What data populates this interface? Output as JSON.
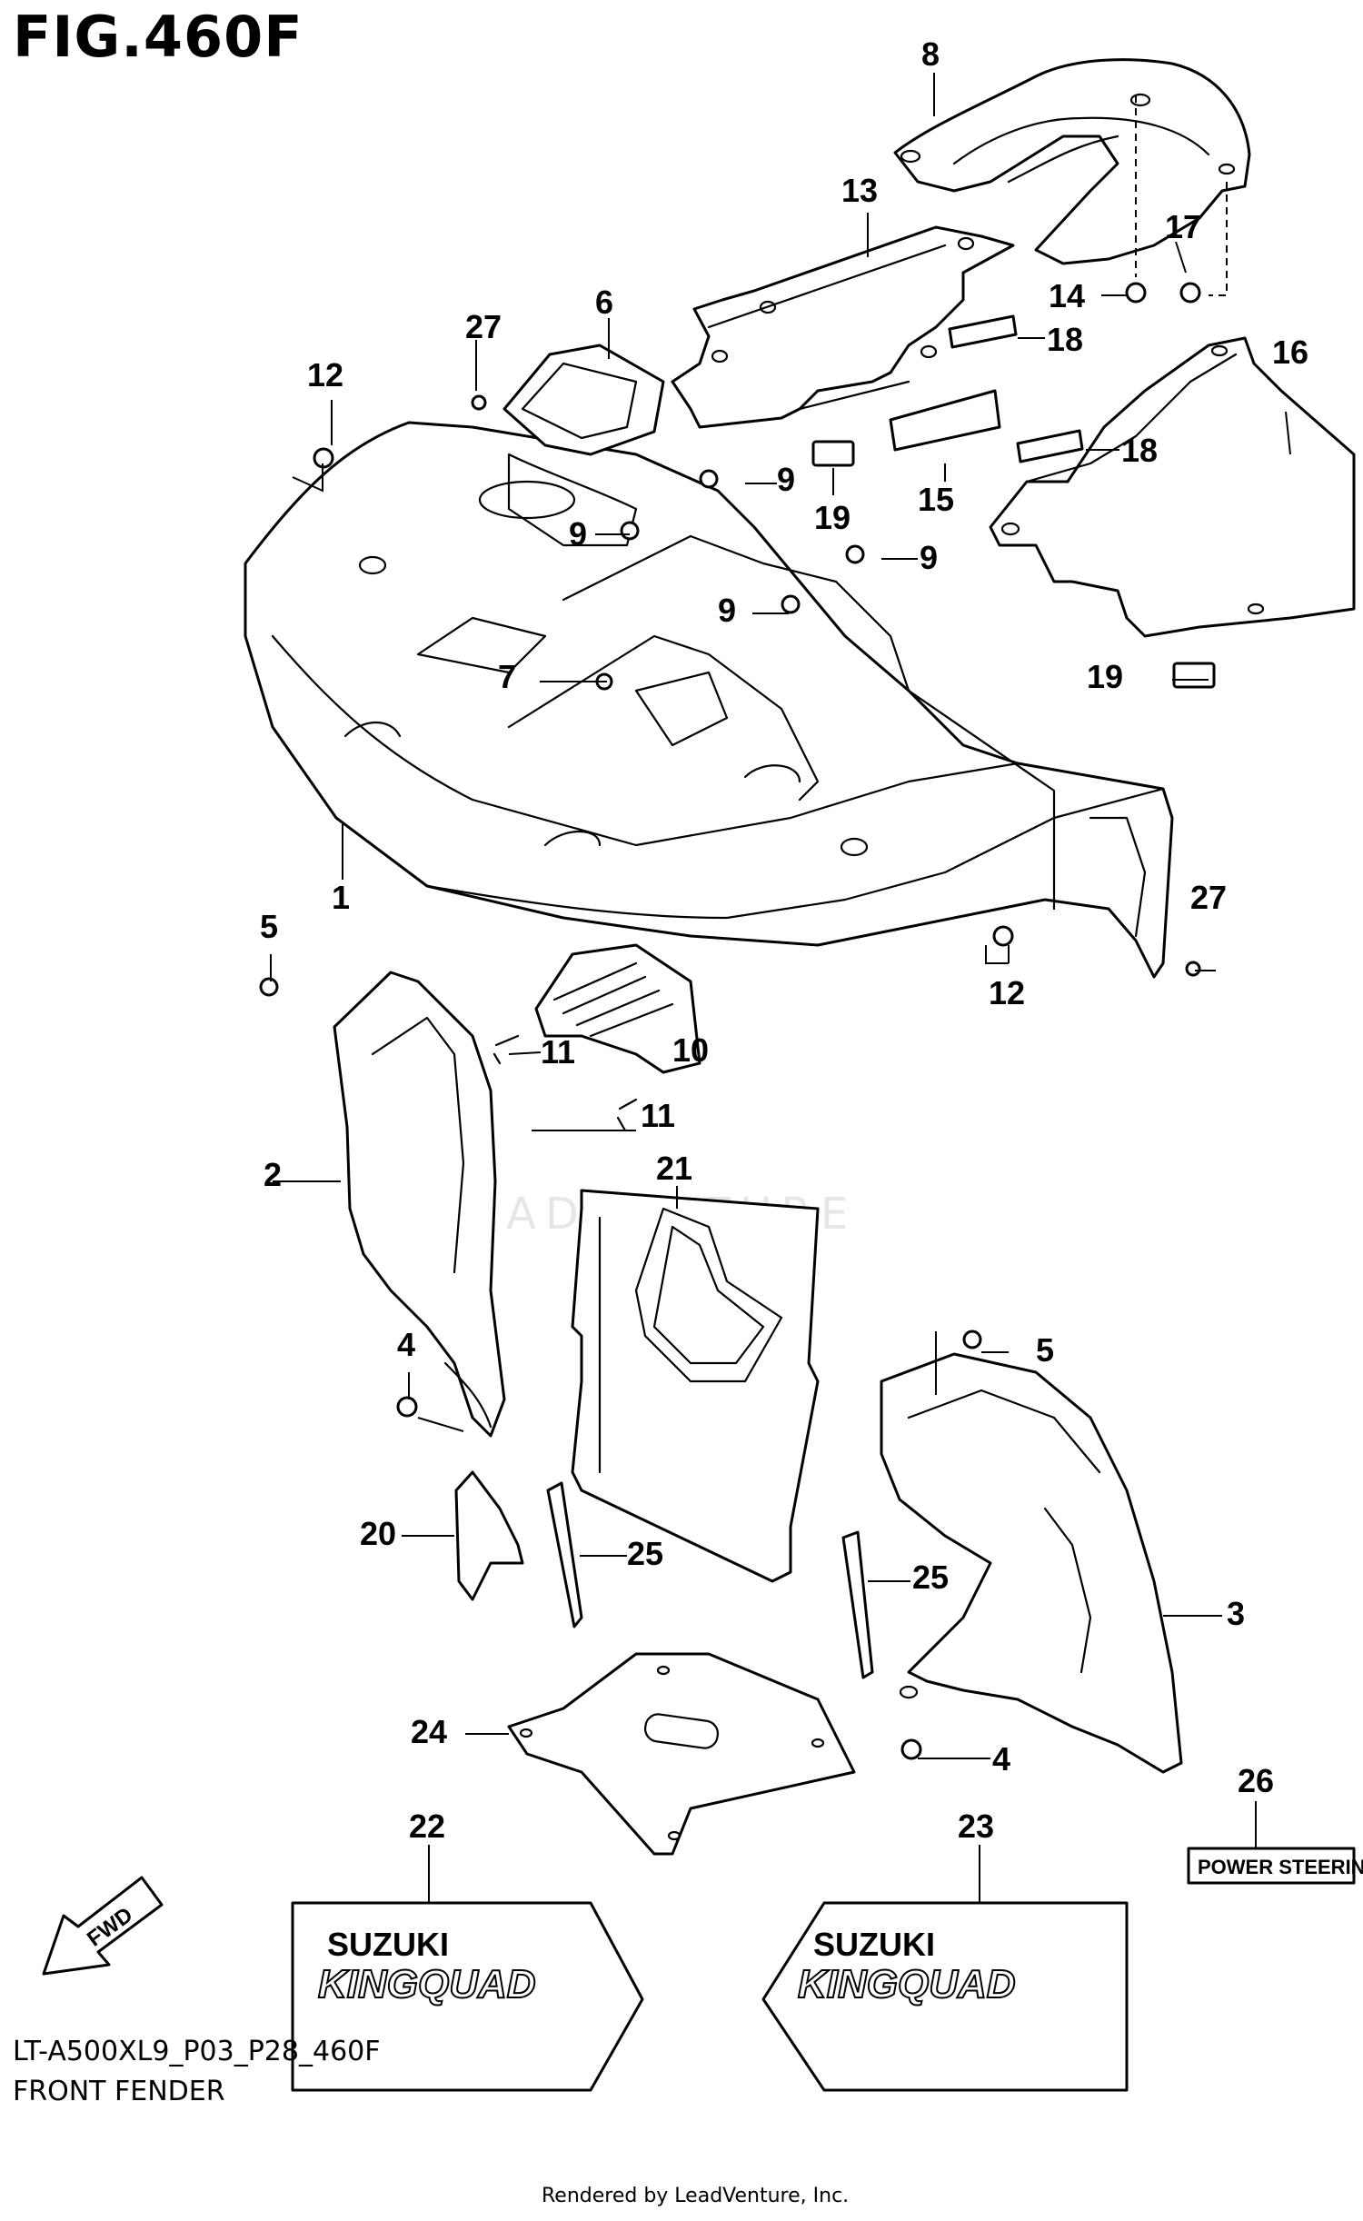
{
  "figure": {
    "title": "FIG.460F",
    "model_code": "LT-A500XL9_P03_P28_460F",
    "name": "FRONT FENDER",
    "credit": "Rendered by LeadVenture, Inc.",
    "watermark": "LEADVENTURE"
  },
  "decals": {
    "brand": "SUZUKI",
    "model": "KINGQUAD",
    "badge": "POWER STEERING",
    "direction": "FWD"
  },
  "callouts": [
    "1",
    "2",
    "3",
    "4",
    "4",
    "5",
    "5",
    "6",
    "7",
    "8",
    "9",
    "9",
    "9",
    "9",
    "10",
    "11",
    "11",
    "12",
    "12",
    "13",
    "14",
    "15",
    "16",
    "17",
    "18",
    "18",
    "19",
    "19",
    "20",
    "21",
    "22",
    "23",
    "24",
    "25",
    "25",
    "26",
    "27",
    "27"
  ]
}
